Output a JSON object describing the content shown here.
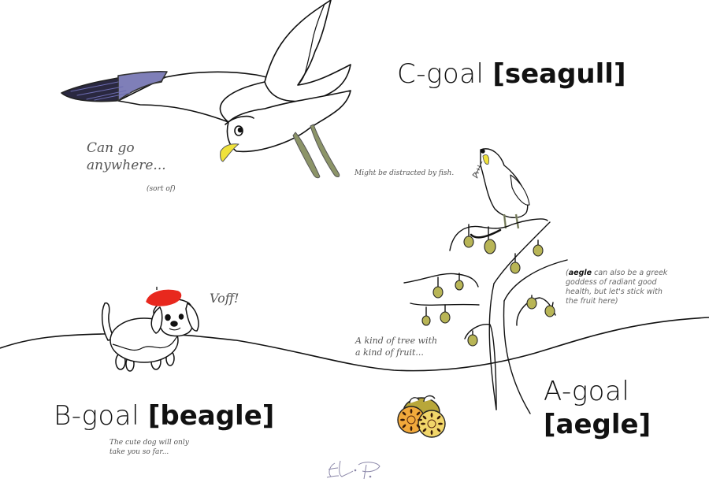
{
  "headings": {
    "c_goal": {
      "prefix": "C-goal",
      "word": "[seagull]"
    },
    "b_goal": {
      "prefix": "B-goal",
      "word": "[beagle]"
    },
    "a_goal": {
      "prefix": "A-goal",
      "word": "[aegle]"
    }
  },
  "notes": {
    "seagull_line1": "Can go",
    "seagull_line2": "anywhere...",
    "seagull_aside": "(sort of)",
    "fish": "Might be distracted by fish.",
    "voff": "Voff!",
    "tree_line1": "A kind of tree with",
    "tree_line2": "a kind of fruit...",
    "aegle_bold": "aegle",
    "aegle_open": "(",
    "aegle_line1": " can also be a greek",
    "aegle_line2": "goddess of radiant good",
    "aegle_line3": "health, but let's stick with",
    "aegle_line4": "the fruit here)",
    "beagle_line1": "The cute dog will only",
    "beagle_line2": "take you so far..."
  },
  "signature": "E.P.",
  "illustrations": {
    "flying_seagull": "seagull-flying-icon",
    "perched_seagull": "seagull-perched-icon",
    "beagle": "beagle-with-beret-icon",
    "tree": "aegle-tree-icon",
    "fruits": "aegle-fruit-icon"
  },
  "colors": {
    "line": "#111111",
    "wingtip_dark": "#2a2840",
    "wingtip_light": "#7f7fb8",
    "beak": "#f0e23a",
    "legs": "#8c9468",
    "fruit_olive": "#b8b556",
    "fruit_orange": "#f2a93b",
    "fruit_yellow": "#f1d66a",
    "beret": "#e8281e",
    "signature": "#8a86a8",
    "note_text": "#555555"
  }
}
